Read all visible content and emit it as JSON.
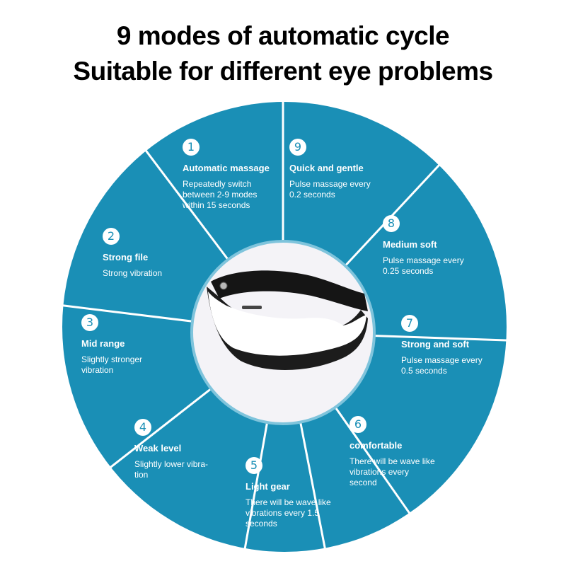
{
  "heading": {
    "line1": "9 modes of automatic cycle",
    "line2": "Suitable for different eye problems"
  },
  "colors": {
    "wheel": "#1a8fb6",
    "divider": "#ffffff",
    "text": "#ffffff",
    "center_ring": "#7fc4dc"
  },
  "center_image": {
    "subject": "eye-massager-product-photo"
  },
  "modes": [
    {
      "number": "1",
      "title": "Automatic massage",
      "description": "Repeatedly switch between 2-9 modes within 15 seconds",
      "lines": [
        "Repeatedly switch",
        "between 2-9 modes",
        "within 15 seconds"
      ]
    },
    {
      "number": "2",
      "title": "Strong file",
      "description": "Strong vibration",
      "lines": [
        "Strong vibration"
      ]
    },
    {
      "number": "3",
      "title": "Mid range",
      "description": "Slightly stronger vibration",
      "lines": [
        "Slightly stronger",
        "vibration"
      ]
    },
    {
      "number": "4",
      "title": "Weak level",
      "description": "Slightly lower vibration",
      "lines": [
        "Slightly lower vibra-",
        "tion"
      ]
    },
    {
      "number": "5",
      "title": "Light gear",
      "description": "There will be wave like vibrations every 1.5 seconds",
      "lines": [
        "There will be wave like",
        "vibrations every 1.5",
        "seconds"
      ]
    },
    {
      "number": "6",
      "title": "comfortable",
      "description": "There will be wave like vibrations every second",
      "lines": [
        "There will be wave like",
        "vibrations every",
        "second"
      ]
    },
    {
      "number": "7",
      "title": "Strong and soft",
      "description": "Pulse massage every 0.5 seconds",
      "lines": [
        "Pulse massage every",
        "0.5 seconds"
      ]
    },
    {
      "number": "8",
      "title": "Medium soft",
      "description": "Pulse massage every 0.25 seconds",
      "lines": [
        "Pulse massage every",
        "0.25 seconds"
      ]
    },
    {
      "number": "9",
      "title": "Quick and gentle",
      "description": "Pulse massage every 0.2 seconds",
      "lines": [
        "Pulse massage every",
        "0.2 seconds"
      ]
    }
  ]
}
